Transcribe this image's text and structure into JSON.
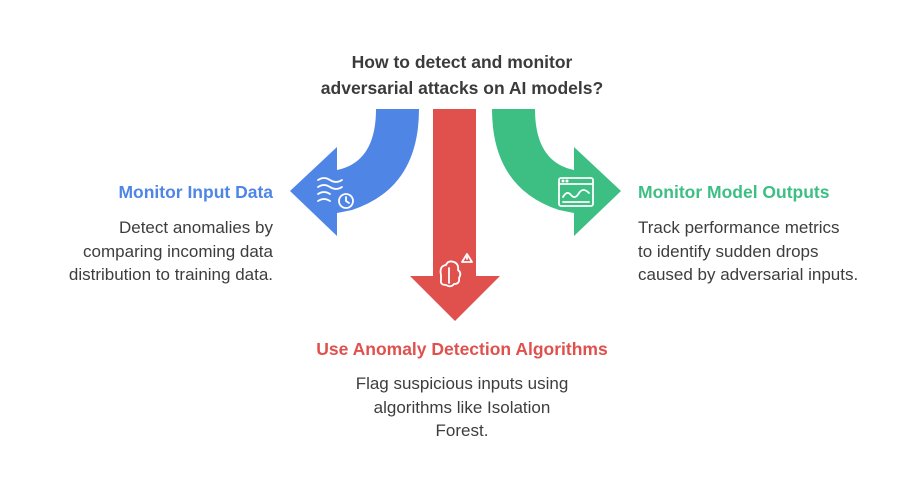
{
  "title_line1": "How to detect and monitor",
  "title_line2": "adversarial attacks on AI models?",
  "branches": {
    "left": {
      "heading": "Monitor Input Data",
      "desc_lines": [
        "Detect anomalies by",
        "comparing incoming data",
        "distribution to training data."
      ],
      "color": "#4f86e6",
      "icon": "data-wave-clock-icon"
    },
    "center": {
      "heading": "Use Anomaly Detection Algorithms",
      "desc_lines": [
        "Flag suspicious inputs using",
        "algorithms like Isolation",
        "Forest."
      ],
      "color": "#e0514e",
      "icon": "brain-warning-icon"
    },
    "right": {
      "heading": "Monitor Model Outputs",
      "desc_lines": [
        "Track performance metrics",
        "to identify sudden drops",
        "caused by adversarial inputs."
      ],
      "color": "#3dbf84",
      "icon": "monitor-chart-icon"
    }
  }
}
